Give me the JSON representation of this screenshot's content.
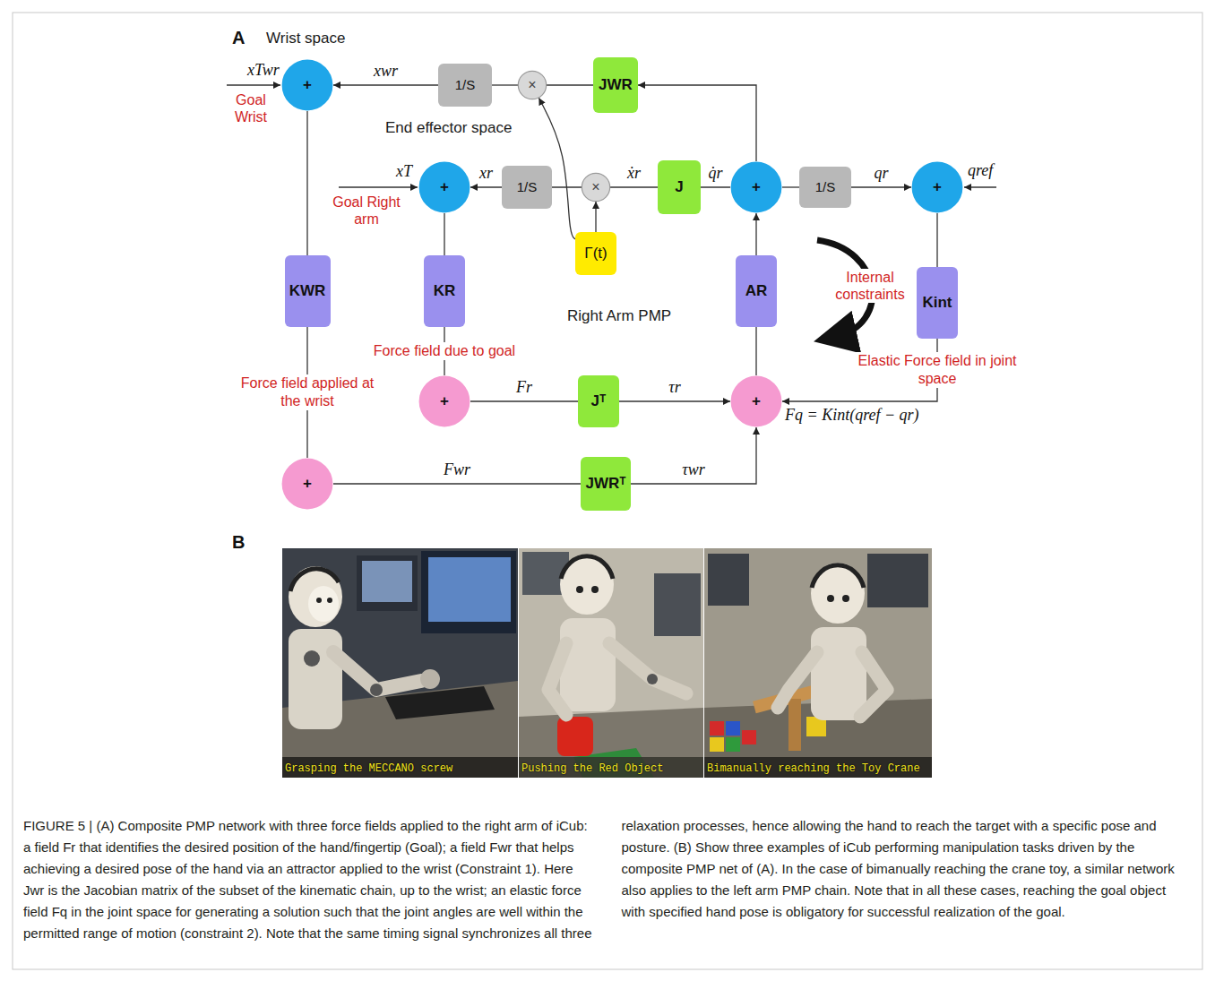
{
  "diagram": {
    "caption": "FIGURE 5 | (A) Composite PMP network with three force fields applied to the right arm of iCub: a field Fr that identifies the desired position of the hand/fingertip (Goal); a field Fwr that helps achieving a desired pose of the hand via an attractor applied to the wrist (Constraint 1). Here Jwr is the Jacobian matrix of the subset of the kinematic chain, up to the wrist; an elastic force field Fq in the joint space for generating a solution such that the joint angles are well within the permitted range of motion (constraint 2). Note that the same timing signal synchronizes all three relaxation processes, hence allowing the hand to reach the target with a specific pose and posture. (B) Show three examples of iCub performing manipulation tasks driven by the composite PMP net of (A). In the case of bimanually reaching the crane toy, a similar network also applies to the left arm PMP chain. Note that in all these cases, reaching the goal object with specified hand pose is obligatory for successful realization of the goal.",
    "nodes": [
      {
        "text": [
          "+"
        ]
      },
      {
        "text": [
          "1/S"
        ]
      },
      {
        "text": [
          "×"
        ]
      },
      {
        "text": [
          "JWR"
        ]
      },
      {
        "text": [
          "+"
        ]
      },
      {
        "text": [
          "1/S"
        ]
      },
      {
        "text": [
          "×"
        ]
      },
      {
        "text": [
          "J"
        ]
      },
      {
        "text": [
          "+"
        ]
      },
      {
        "text": [
          "1/S"
        ]
      },
      {
        "text": [
          "+"
        ]
      },
      {
        "text": [
          "Γ(t)"
        ]
      },
      {
        "text": [
          "KWR"
        ]
      },
      {
        "text": [
          "KR"
        ]
      },
      {
        "text": [
          "AR"
        ]
      },
      {
        "text": [
          "Kint"
        ]
      },
      {
        "text": [
          "+"
        ]
      },
      {
        "text": [
          "Jᵀ"
        ]
      },
      {
        "text": [
          "+"
        ]
      },
      {
        "text": [
          "+"
        ]
      },
      {
        "text": [
          "JWRᵀ"
        ]
      }
    ],
    "edges": [
      {
        "from": 8,
        "to": 3,
        "arrow": "to"
      },
      {
        "from": 3,
        "to": 2,
        "arrow": "none"
      },
      {
        "from": 2,
        "to": 1,
        "arrow": "none"
      },
      {
        "from": 1,
        "to": 0,
        "arrow": "to",
        "label": "xwr"
      },
      {
        "from": 8,
        "to": 7,
        "arrow": "none",
        "label": "q̇r"
      },
      {
        "from": 7,
        "to": 6,
        "arrow": "none",
        "label": "ẋr"
      },
      {
        "from": 6,
        "to": 5,
        "arrow": "none"
      },
      {
        "from": 5,
        "to": 4,
        "arrow": "to",
        "label": "xr"
      },
      {
        "from": 11,
        "to": 6,
        "arrow": "to"
      },
      {
        "from": 11,
        "to": 2,
        "arrow": "to"
      },
      {
        "from": 8,
        "to": 9,
        "arrow": "none"
      },
      {
        "from": 9,
        "to": 10,
        "arrow": "to",
        "label": "qr"
      },
      {
        "from": 0,
        "to": 12,
        "arrow": "none"
      },
      {
        "from": 12,
        "to": 19,
        "arrow": "none",
        "label": "Force field applied at the wrist"
      },
      {
        "from": 4,
        "to": 13,
        "arrow": "none"
      },
      {
        "from": 13,
        "to": 16,
        "arrow": "none",
        "label": "Force field due to goal"
      },
      {
        "from": 16,
        "to": 17,
        "arrow": "none",
        "label": "Fr"
      },
      {
        "from": 17,
        "to": 18,
        "arrow": "to",
        "label": "τr"
      },
      {
        "from": 19,
        "to": 20,
        "arrow": "none",
        "label": "Fwr"
      },
      {
        "from": 20,
        "to": 18,
        "arrow": "to",
        "label": "τwr"
      },
      {
        "from": 18,
        "to": 14,
        "arrow": "none"
      },
      {
        "from": 14,
        "to": 8,
        "arrow": "to"
      },
      {
        "from": 10,
        "to": 15,
        "arrow": "none"
      },
      {
        "from": 15,
        "to": 18,
        "arrow": "to",
        "label": "Elastic Force field in joint space"
      }
    ],
    "labels": [
      "A",
      "Wrist space",
      "xTwr",
      "Goal Wrist",
      "End effector space",
      "xT",
      "Goal Right arm",
      "qref",
      "Right Arm PMP",
      "Internal constraints",
      "Fq = Kint(qref − qr)",
      "B",
      "Grasping the MECCANO screw",
      "Pushing the Red Object",
      "Bimanually reaching the Toy Crane"
    ]
  }
}
